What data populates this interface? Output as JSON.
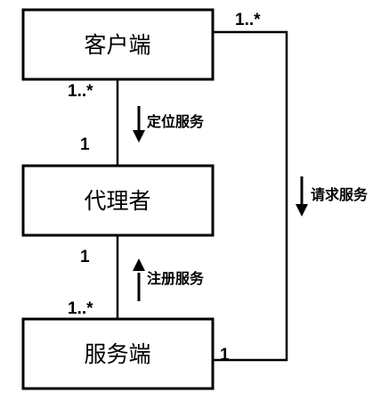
{
  "nodes": {
    "client": "客户端",
    "broker": "代理者",
    "server": "服务端"
  },
  "edges": {
    "client_broker": {
      "label": "定位服务",
      "arrow": "down",
      "multiplicity_client": "1..*",
      "multiplicity_broker": "1"
    },
    "broker_server": {
      "label": "注册服务",
      "arrow": "up",
      "multiplicity_broker": "1",
      "multiplicity_server": "1..*"
    },
    "client_server": {
      "label": "请求服务",
      "arrow": "down",
      "multiplicity_client": "1..*",
      "multiplicity_server": "1"
    }
  },
  "colors": {
    "stroke": "#000000",
    "background": "#ffffff"
  }
}
